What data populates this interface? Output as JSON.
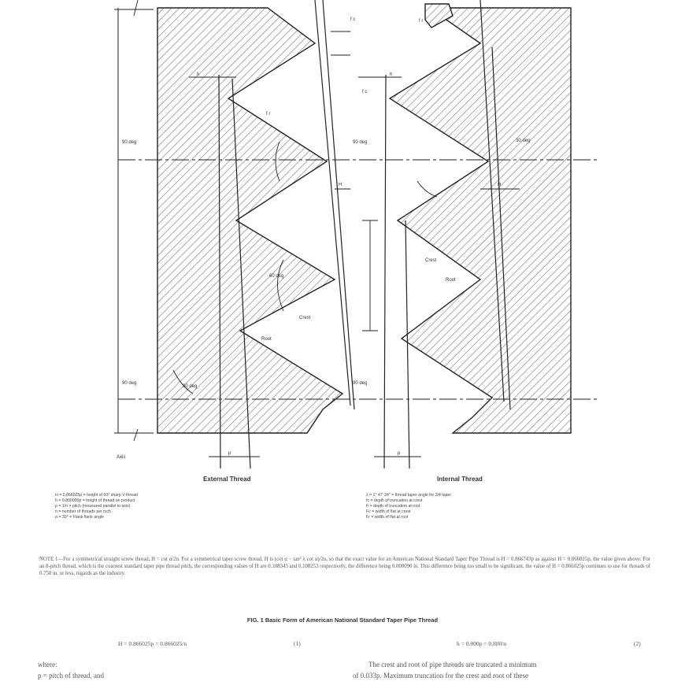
{
  "figure": {
    "labels": {
      "h": "h",
      "fc": "f c",
      "fr": "f r",
      "angle_90": "90 deg",
      "angle_30": "30 deg",
      "angle_60": "60 deg",
      "crest": "Crest",
      "root": "Root",
      "axis": "Axis",
      "p": "p",
      "H": "H"
    },
    "external_label": "External Thread",
    "internal_label": "Internal Thread"
  },
  "legend_left": [
    "H  =  0.866025p = height of 60° sharp V thread",
    "h  =  0.800000p = height of thread on product",
    "p  =  1/n = pitch (measured parallel to axis)",
    "n  =  number of threads per inch",
    "α  =  30° = Flank flank angle"
  ],
  "legend_right": [
    "λ  =  1° 47' 24\" = thread taper angle for 3/4 taper",
    "fc  =  depth of truncation at crest",
    "fr  =  depth of truncation at root",
    "Fc  =  width of flat at crest",
    "Fr  =  width of flat at root"
  ],
  "note": "NOTE 1—For a symmetrical straight screw thread, H = cot α/2n. For a symmetrical taper screw thread, H is (cot α − tan² λ cot α)/2n, so that the exact value for an American National Standard Taper Pipe Thread is H = 0.866743p as against H = 0.866025p, the value given above. For an 8-pitch thread, which is the coarsest standard taper pipe thread pitch, the corresponding values of H are 0.108343 and 0.108253 respectively, the difference being 0.000090 in. This difference being too small to be significant, the value of H = 0.866025p continues to use for threads of 0.750 in. or less, regards as the industry.",
  "fig_title": "FIG. 1 Basic Form of American National Standard Taper Pipe Thread",
  "equations": {
    "eq1": "H = 0.866025p = 0.866025/n",
    "eq1_num": "(1)",
    "eq2": "h = 0.800p = 0.800/n",
    "eq2_num": "(2)"
  },
  "where_text": "where:",
  "where_def": "p  =  pitch of thread, and",
  "body_right_1": "The crest and root of pipe threads are truncated a minimum",
  "body_right_2": "of 0.033p. Maximum truncation for the crest and root of these"
}
